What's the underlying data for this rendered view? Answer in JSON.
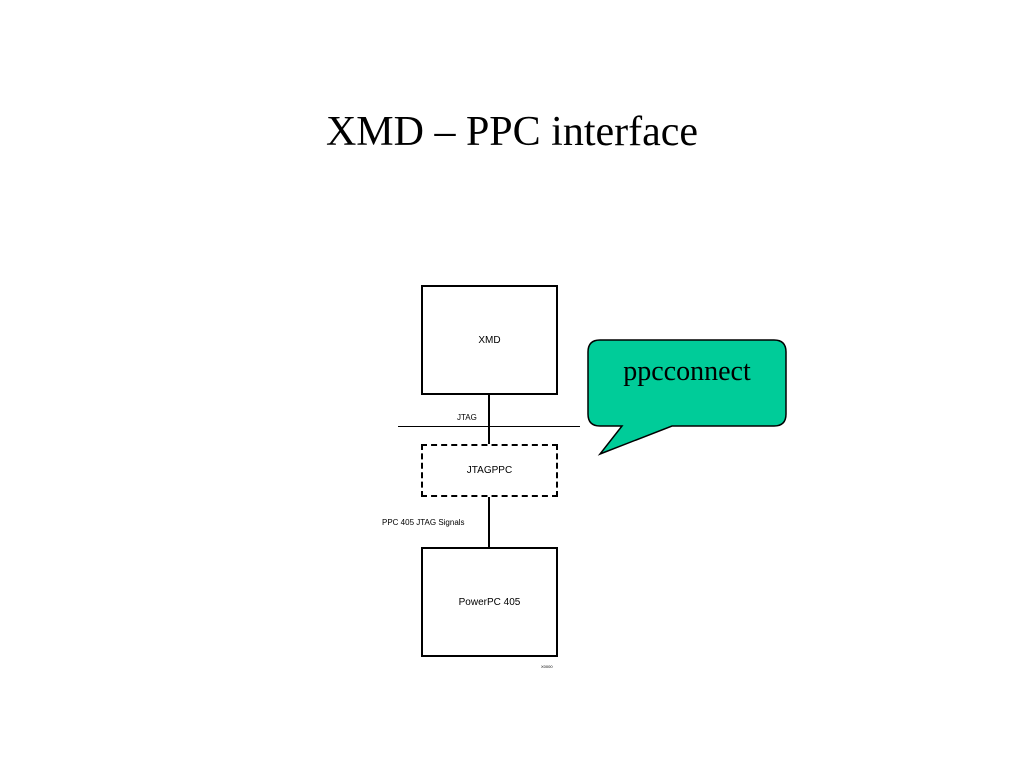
{
  "slide": {
    "title": "XMD – PPC interface"
  },
  "diagram": {
    "boxes": {
      "xmd": "XMD",
      "jtagppc": "JTAGPPC",
      "powerpc": "PowerPC 405"
    },
    "labels": {
      "jtag": "JTAG",
      "ppc_signals": "PPC 405 JTAG Signals",
      "figure_id": "X0000"
    }
  },
  "callout": {
    "text": "ppcconnect",
    "fill_color": "#00cc99",
    "border_color": "#000000"
  }
}
